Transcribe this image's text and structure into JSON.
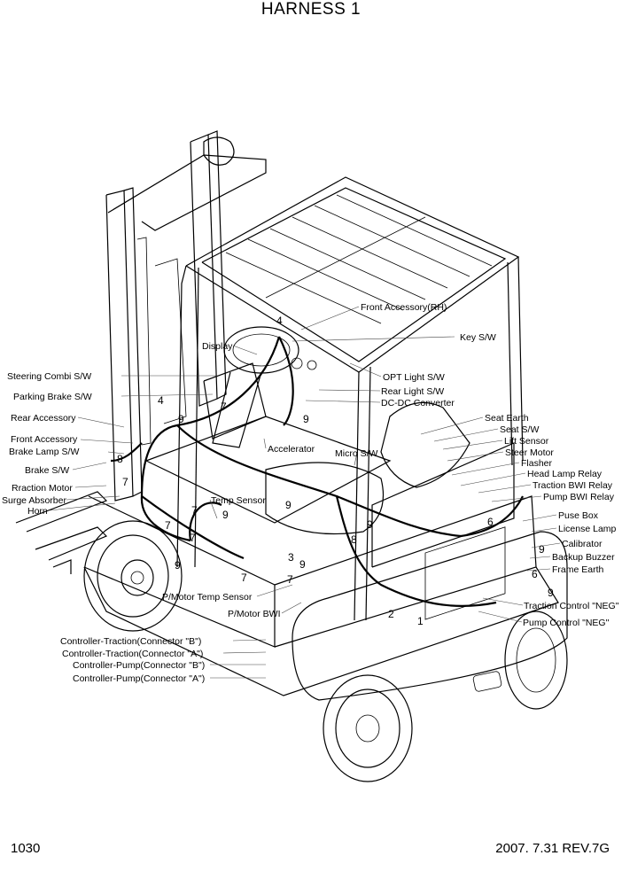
{
  "title": "HARNESS 1",
  "footer": {
    "page_number": "1030",
    "revision": "2007. 7.31 REV.7G"
  },
  "labels_left": [
    "Steering Combi S/W",
    "Parking Brake S/W",
    "Rear Accessory",
    "Front Accessory",
    "Brake Lamp S/W",
    "Brake S/W",
    "Rraction Motor",
    "Surge Absorber",
    "Horn"
  ],
  "labels_right": [
    "Front Accessory(RH)",
    "Key S/W",
    "OPT Light S/W",
    "Rear Light S/W",
    "DC-DC Converter",
    "Seat Earth",
    "Seat S/W",
    "Lift Sensor",
    "Steer Motor",
    "Flasher",
    "Head Lamp Relay",
    "Traction BWI Relay",
    "Pump BWI Relay",
    "Puse Box",
    "License Lamp",
    "Calibrator",
    "Backup Buzzer",
    "Frame Earth",
    "Traction Control \"NEG\"",
    "Pump Control \"NEG\""
  ],
  "labels_center": [
    "Display",
    "Accelerator",
    "Micro S/W",
    "Temp Sensor",
    "P/Motor Temp Sensor",
    "P/Motor BWI"
  ],
  "labels_bottom": [
    "Controller-Traction(Connector \"B\")",
    "Controller-Traction(Connector \"A\")",
    "Controller-Pump(Connector \"B\")",
    "Controller-Pump(Connector \"A\")"
  ],
  "callouts": [
    "4",
    "4",
    "9",
    "7",
    "9",
    "8",
    "7",
    "7",
    "9",
    "7",
    "9",
    "7",
    "9",
    "3",
    "9",
    "7",
    "9",
    "8",
    "9",
    "6",
    "6",
    "9",
    "2",
    "1",
    "7"
  ]
}
